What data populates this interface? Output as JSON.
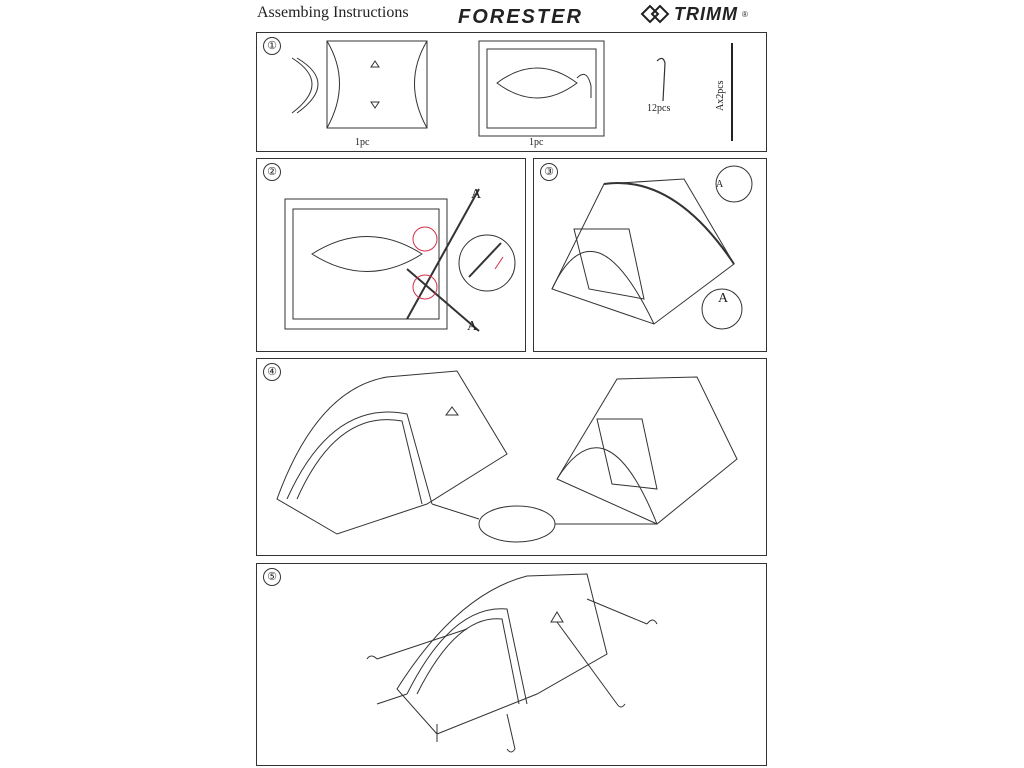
{
  "header": {
    "title": "Assembing  Instructions",
    "product": "FORESTER",
    "brand": "TRIMM",
    "reg": "®"
  },
  "steps": [
    {
      "num": "①",
      "labels": {
        "tent_qty": "1pc",
        "fly_qty": "1pc",
        "pegs_qty": "12pcs",
        "poles_qty": "Ax2pcs"
      }
    },
    {
      "num": "②",
      "labels": {
        "pole_a_top": "A",
        "pole_a_bottom": "A"
      }
    },
    {
      "num": "③",
      "labels": {
        "detail_a_top": "A",
        "detail_a_bottom": "A"
      }
    },
    {
      "num": "④"
    },
    {
      "num": "⑤"
    }
  ],
  "colors": {
    "line": "#333333",
    "accent": "#d0304a"
  }
}
